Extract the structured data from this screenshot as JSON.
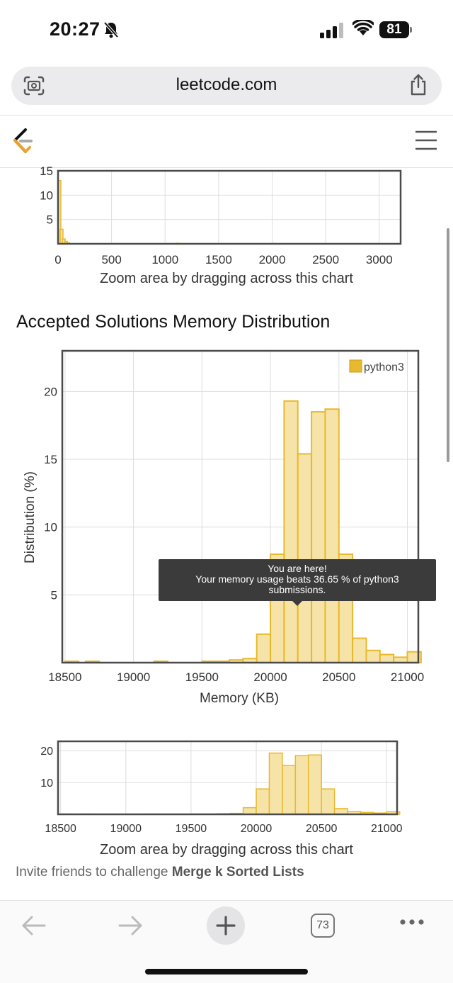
{
  "status": {
    "time": "20:27",
    "battery": "81"
  },
  "browser": {
    "url": "leetcode.com",
    "tab_count": "73"
  },
  "top_chart": {
    "hint": "Zoom area by dragging across this chart",
    "x_ticks": [
      "0",
      "500",
      "1000",
      "1500",
      "2000",
      "2500",
      "3000"
    ],
    "y_ticks": [
      "15",
      "10",
      "5"
    ]
  },
  "section_title": "Accepted Solutions Memory Distribution",
  "tooltip": {
    "line1": "You are here!",
    "line2": "Your memory usage beats 36.65 % of python3",
    "line3": "submissions."
  },
  "mini_chart": {
    "hint": "Zoom area by dragging across this chart"
  },
  "invite": {
    "prefix": "Invite friends to challenge ",
    "problem": "Merge k Sorted Lists"
  },
  "colors": {
    "bar_fill": "#f6e3a8",
    "bar_stroke": "#e8b92c",
    "frame": "#4a4a4a",
    "grid": "#dddddd"
  },
  "chart_data": [
    {
      "type": "bar",
      "title": "",
      "xlabel": "",
      "ylabel": "",
      "xlim": [
        0,
        3200
      ],
      "ylim": [
        0,
        15
      ],
      "x_ticks": [
        0,
        500,
        1000,
        1500,
        2000,
        2500,
        3000
      ],
      "y_ticks": [
        5,
        10,
        15
      ],
      "x": [
        0,
        20,
        40,
        60,
        80,
        1100,
        2000
      ],
      "values": [
        13,
        3,
        1,
        0.5,
        0.2,
        0.1,
        0.05
      ]
    },
    {
      "type": "bar",
      "title": "Accepted Solutions Memory Distribution",
      "xlabel": "Memory (KB)",
      "ylabel": "Distribution (%)",
      "legend_position": "top-right",
      "xlim": [
        18480,
        21080
      ],
      "ylim": [
        0,
        23
      ],
      "x_ticks": [
        18500,
        19000,
        19500,
        20000,
        20500,
        21000
      ],
      "y_ticks": [
        5,
        10,
        15,
        20
      ],
      "bin_width": 100,
      "x": [
        18550,
        18700,
        19200,
        19550,
        19650,
        19750,
        19850,
        19950,
        20050,
        20150,
        20250,
        20350,
        20450,
        20550,
        20650,
        20750,
        20850,
        20950,
        21050
      ],
      "series": [
        {
          "name": "python3",
          "values": [
            0.1,
            0.1,
            0.1,
            0.1,
            0.1,
            0.2,
            0.3,
            2.1,
            8.0,
            19.3,
            15.4,
            18.5,
            18.7,
            8.0,
            1.8,
            0.9,
            0.6,
            0.4,
            0.8
          ]
        }
      ]
    },
    {
      "type": "bar",
      "title": "",
      "xlabel": "",
      "ylabel": "",
      "xlim": [
        18480,
        21080
      ],
      "ylim": [
        0,
        23
      ],
      "x_ticks": [
        18500,
        19000,
        19500,
        20000,
        20500,
        21000
      ],
      "y_ticks": [
        10,
        20
      ],
      "bin_width": 100,
      "x": [
        18550,
        18700,
        19200,
        19550,
        19650,
        19750,
        19850,
        19950,
        20050,
        20150,
        20250,
        20350,
        20450,
        20550,
        20650,
        20750,
        20850,
        20950,
        21050
      ],
      "values": [
        0.1,
        0.1,
        0.1,
        0.1,
        0.1,
        0.2,
        0.3,
        2.1,
        8.0,
        19.3,
        15.4,
        18.5,
        18.7,
        8.0,
        1.8,
        0.9,
        0.6,
        0.4,
        0.8
      ]
    }
  ]
}
